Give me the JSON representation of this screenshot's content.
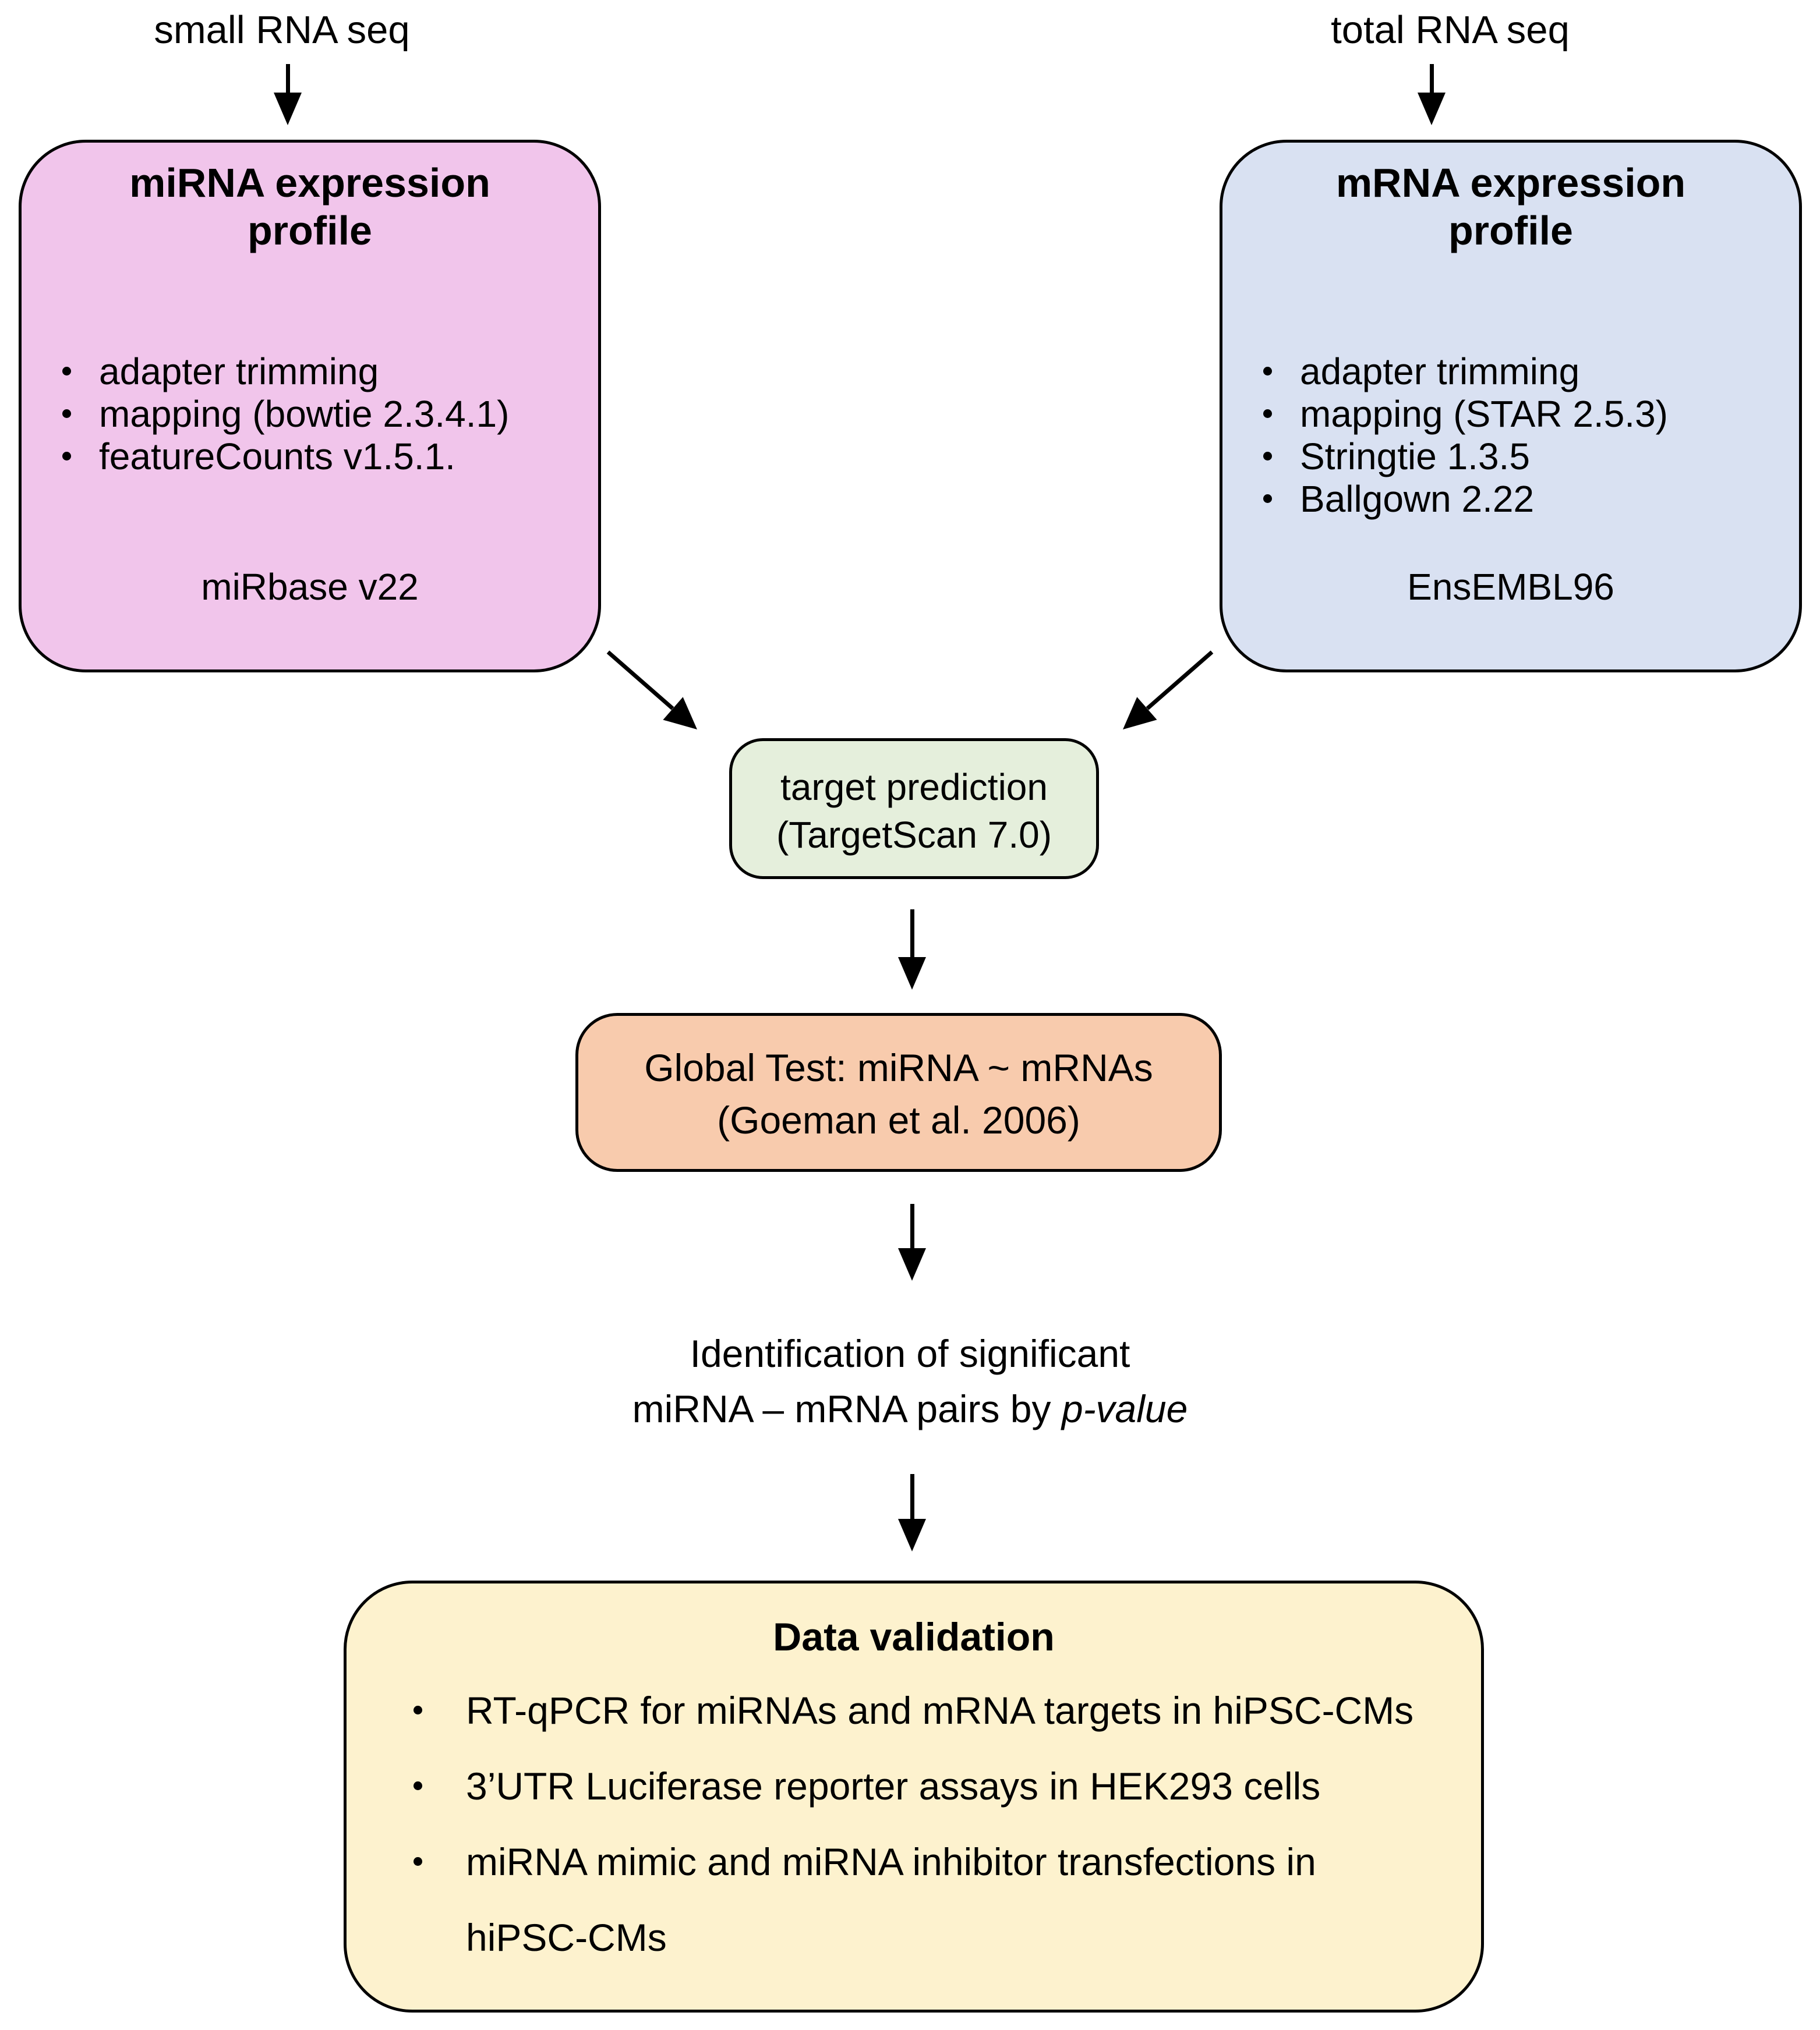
{
  "figure": {
    "inputs": {
      "left": "small RNA seq",
      "right": "total RNA seq"
    },
    "mirna_profile": {
      "title_line1": "miRNA expression",
      "title_line2": "profile",
      "bullets": [
        "adapter trimming",
        "mapping (bowtie 2.3.4.1)",
        "featureCounts v1.5.1."
      ],
      "footer": "miRbase v22"
    },
    "mrna_profile": {
      "title_line1": "mRNA expression",
      "title_line2": "profile",
      "bullets": [
        "adapter trimming",
        "mapping (STAR 2.5.3)",
        "Stringtie 1.3.5",
        "Ballgown 2.22"
      ],
      "footer": "EnsEMBL96"
    },
    "target_prediction": {
      "line1": "target prediction",
      "line2": "(TargetScan 7.0)"
    },
    "global_test": {
      "line1": "Global Test: miRNA ~ mRNAs",
      "line2": "(Goeman et al. 2006)"
    },
    "identification": {
      "line1": "Identification of significant",
      "line2_prefix": "miRNA – mRNA pairs by ",
      "line2_emphasis": "p-value"
    },
    "data_validation": {
      "title": "Data validation",
      "bullets": [
        "RT-qPCR for miRNAs and mRNA targets in hiPSC-CMs",
        "3’UTR Luciferase reporter assays in HEK293 cells",
        "miRNA mimic and miRNA inhibitor transfections in"
      ],
      "bullet3_continuation": "hiPSC-CMs"
    }
  },
  "colors": {
    "mirna-box": "#F1C5EB",
    "mrna-box": "#D9E1F2",
    "target-box": "#E5EFDC",
    "globaltest-box": "#F8CBAD",
    "validation-box": "#FDF2CE",
    "border": "#000000",
    "text": "#000000",
    "background": "#FFFFFF"
  }
}
